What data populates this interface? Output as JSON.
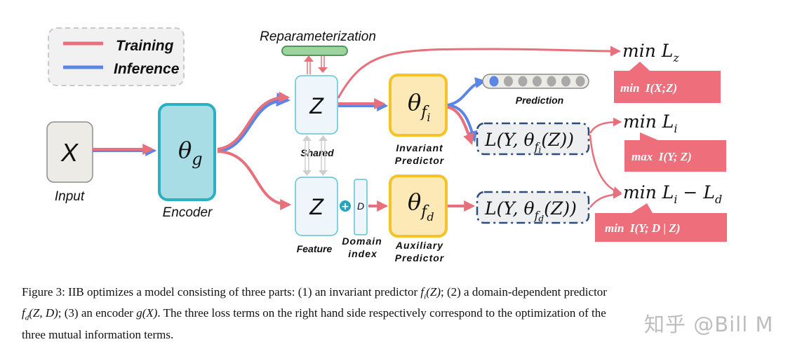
{
  "legend": {
    "items": [
      {
        "label": "Training",
        "color": "#e8707c"
      },
      {
        "label": "Inference",
        "color": "#5b86e5"
      }
    ]
  },
  "nodes": {
    "input": {
      "symbol": "X",
      "label": "Input"
    },
    "encoder": {
      "symbol": "θ",
      "subscript": "g",
      "label": "Encoder"
    },
    "reparam": {
      "label": "Reparameterization"
    },
    "shared_z": {
      "symbol": "Z",
      "label": "Shared"
    },
    "feature_z": {
      "symbol": "Z",
      "label": "Feature"
    },
    "domain": {
      "symbol": "D",
      "label_line1": "Domain",
      "label_line2": "index",
      "plus": "+"
    },
    "invariant_predictor": {
      "symbol": "θ",
      "subscript": "f",
      "subsub": "i",
      "label_line1": "Invariant",
      "label_line2": "Predictor"
    },
    "auxiliary_predictor": {
      "symbol": "θ",
      "subscript": "f",
      "subsub": "d",
      "label_line1": "Auxiliary",
      "label_line2": "Predictor"
    },
    "prediction": {
      "label": "Prediction",
      "dots": 7,
      "active_index": 0
    },
    "loss_i": {
      "prefix": "L(Y, θ",
      "sub": "f",
      "subsub": "i",
      "suffix": "(Z))"
    },
    "loss_d": {
      "prefix": "L(Y, θ",
      "sub": "f",
      "subsub": "d",
      "suffix": "(Z))"
    }
  },
  "objectives": [
    {
      "label": "min L",
      "sub": "z",
      "extra": "",
      "extra_sub": "",
      "note": "min  I(X;Z)"
    },
    {
      "label": "min L",
      "sub": "i",
      "extra": "",
      "extra_sub": "",
      "note": "max  I(Y; Z)"
    },
    {
      "label": "min L",
      "sub": "i",
      "extra": " − L",
      "extra_sub": "d",
      "note": "min  I(Y; D | Z)"
    }
  ],
  "colors": {
    "training": "#e8707c",
    "inference": "#5b86e5",
    "encoder_fill": "#a8dde6",
    "encoder_stroke": "#2bb0c2",
    "predictor_fill": "#fde9b5",
    "predictor_stroke": "#f5c229",
    "z_fill": "#eef6fb",
    "z_stroke": "#5ec3d3",
    "input_fill": "#ecebe6",
    "reparam_fill": "#9ed29e",
    "reparam_stroke": "#4e9a57",
    "note_fill": "#ee6e7b",
    "loss_fill": "#eeeff1",
    "loss_stroke": "#2e4c7a",
    "plus_fill": "#25a6bd"
  },
  "caption": {
    "line1_a": "Figure 3: IIB optimizes a model consisting of three parts: (1) an invariant predictor ",
    "line1_m1": "f",
    "line1_m1sub": "i",
    "line1_m1b": "(Z)",
    "line1_b": "; (2) a domain-dependent predictor",
    "line2_m1": "f",
    "line2_m1sub": "d",
    "line2_m1b": "(Z, D)",
    "line2_a": "; (3) an encoder ",
    "line2_m2": "g(X)",
    "line2_b": ". The three loss terms on the right hand side respectively correspond to the optimization of the",
    "line3": "three mutual information terms."
  },
  "watermark": "知乎 @Bill M"
}
